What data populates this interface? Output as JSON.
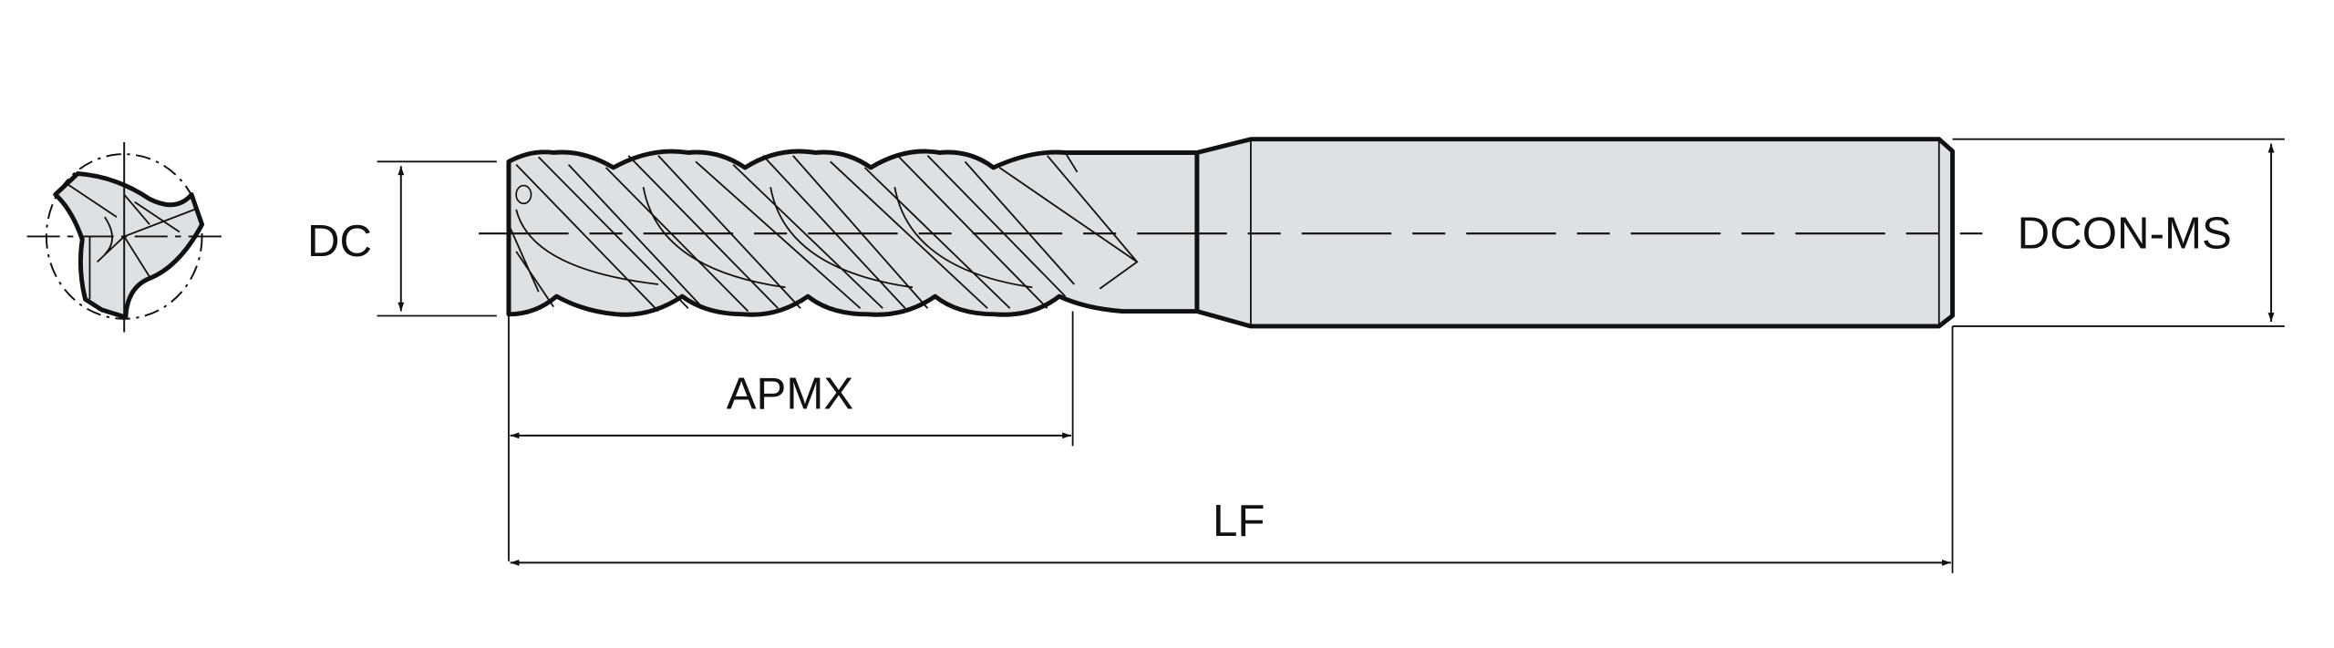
{
  "diagram": {
    "title": "Solid end mill dimension drawing",
    "labels": {
      "dc": "DC",
      "apmx": "APMX",
      "lf": "LF",
      "dcon": "DCON-MS"
    },
    "colors": {
      "tool_fill": "#dde1e4",
      "line": "#111111"
    }
  }
}
